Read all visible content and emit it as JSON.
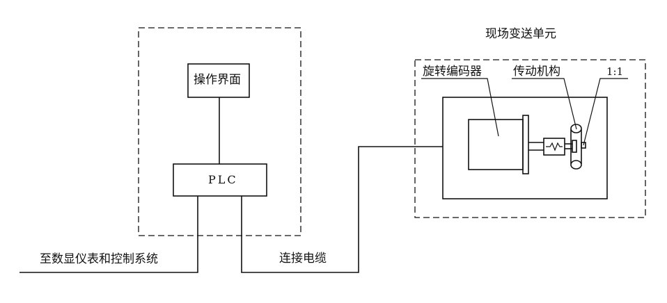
{
  "diagram": {
    "field_unit_title": "现场变送单元",
    "operator_interface": "操作界面",
    "plc": "PLC",
    "rotary_encoder": "旋转编码器",
    "transmission_mechanism": "传动机构",
    "ratio": "1:1",
    "to_display_and_control": "至数显仪表和控制系统",
    "connecting_cable": "连接电缆"
  },
  "colors": {
    "line": "#111111",
    "background": "#ffffff"
  }
}
